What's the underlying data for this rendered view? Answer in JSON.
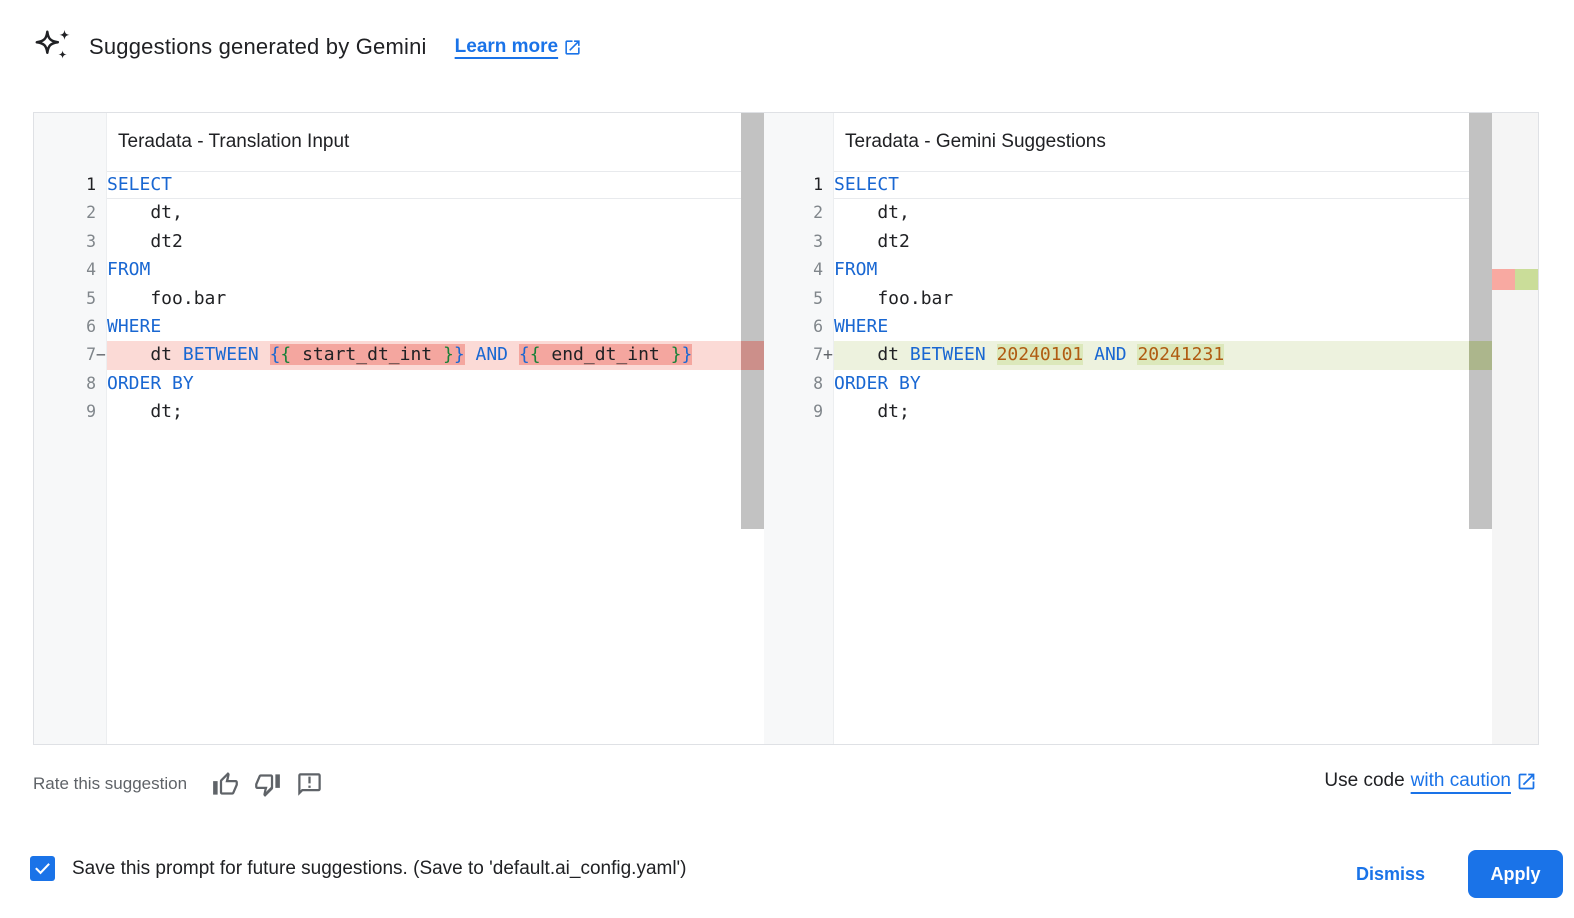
{
  "colors": {
    "accent_blue": "#1a73e8",
    "keyword_blue": "#1967d2",
    "number_orange": "#b05c12",
    "brace_outer_blue": "#1967d2",
    "brace_inner_green": "#188038",
    "removed_line_bg": "#fbdad6",
    "removed_word_bg": "#f4a69f",
    "added_line_bg": "#edf2de",
    "added_word_bg": "#dce8bb",
    "overview_removed_mark": "#f8a9a1",
    "overview_added_mark": "#cadd99",
    "gutter_bg": "#f7f8f9",
    "scrollbar_thumb": "#c2c2c2"
  },
  "header": {
    "icon": "gemini-sparkle-icon",
    "title": "Suggestions generated by Gemini",
    "learn_more_label": "Learn more",
    "learn_more_icon": "open-in-new-icon"
  },
  "editors": {
    "left": {
      "title": "Teradata - Translation Input",
      "lines": [
        {
          "n": "1",
          "active": true,
          "t": [
            {
              "c": "kw",
              "v": "SELECT"
            }
          ]
        },
        {
          "n": "2",
          "t": [
            {
              "c": "pl",
              "v": "    dt,"
            }
          ]
        },
        {
          "n": "3",
          "t": [
            {
              "c": "pl",
              "v": "    dt2"
            }
          ]
        },
        {
          "n": "4",
          "t": [
            {
              "c": "kw",
              "v": "FROM"
            }
          ]
        },
        {
          "n": "5",
          "t": [
            {
              "c": "pl",
              "v": "    foo.bar"
            }
          ]
        },
        {
          "n": "6",
          "t": [
            {
              "c": "kw",
              "v": "WHERE"
            }
          ]
        },
        {
          "n": "7",
          "sign": "−",
          "diff": "removed",
          "t": [
            {
              "c": "pl",
              "v": "    dt "
            },
            {
              "c": "kw",
              "v": "BETWEEN"
            },
            {
              "c": "pl",
              "v": " "
            },
            {
              "c": "b1",
              "v": "{",
              "h": true
            },
            {
              "c": "b2",
              "v": "{",
              "h": true
            },
            {
              "c": "pl",
              "v": " start_dt_int ",
              "h": true
            },
            {
              "c": "b2",
              "v": "}",
              "h": true
            },
            {
              "c": "b1",
              "v": "}",
              "h": true
            },
            {
              "c": "pl",
              "v": " "
            },
            {
              "c": "kw",
              "v": "AND"
            },
            {
              "c": "pl",
              "v": " "
            },
            {
              "c": "b1",
              "v": "{",
              "h": true
            },
            {
              "c": "b2",
              "v": "{",
              "h": true
            },
            {
              "c": "pl",
              "v": " end_dt_int ",
              "h": true
            },
            {
              "c": "b2",
              "v": "}",
              "h": true
            },
            {
              "c": "b1",
              "v": "}",
              "h": true
            }
          ]
        },
        {
          "n": "8",
          "t": [
            {
              "c": "kw",
              "v": "ORDER BY"
            }
          ]
        },
        {
          "n": "9",
          "t": [
            {
              "c": "pl",
              "v": "    dt;"
            }
          ]
        }
      ]
    },
    "right": {
      "title": "Teradata - Gemini Suggestions",
      "lines": [
        {
          "n": "1",
          "active": true,
          "t": [
            {
              "c": "kw",
              "v": "SELECT"
            }
          ]
        },
        {
          "n": "2",
          "t": [
            {
              "c": "pl",
              "v": "    dt,"
            }
          ]
        },
        {
          "n": "3",
          "t": [
            {
              "c": "pl",
              "v": "    dt2"
            }
          ]
        },
        {
          "n": "4",
          "t": [
            {
              "c": "kw",
              "v": "FROM"
            }
          ]
        },
        {
          "n": "5",
          "t": [
            {
              "c": "pl",
              "v": "    foo.bar"
            }
          ]
        },
        {
          "n": "6",
          "t": [
            {
              "c": "kw",
              "v": "WHERE"
            }
          ]
        },
        {
          "n": "7",
          "sign": "+",
          "diff": "added",
          "t": [
            {
              "c": "pl",
              "v": "    dt "
            },
            {
              "c": "kw",
              "v": "BETWEEN"
            },
            {
              "c": "pl",
              "v": " "
            },
            {
              "c": "nm",
              "v": "20240101",
              "h": true
            },
            {
              "c": "pl",
              "v": " "
            },
            {
              "c": "kw",
              "v": "AND"
            },
            {
              "c": "pl",
              "v": " "
            },
            {
              "c": "nm",
              "v": "20241231",
              "h": true
            }
          ]
        },
        {
          "n": "8",
          "t": [
            {
              "c": "kw",
              "v": "ORDER BY"
            }
          ]
        },
        {
          "n": "9",
          "t": [
            {
              "c": "pl",
              "v": "    dt;"
            }
          ]
        }
      ]
    }
  },
  "rate": {
    "label": "Rate this suggestion",
    "icons": [
      "thumb-up-icon",
      "thumb-down-icon",
      "feedback-icon"
    ]
  },
  "use_code": {
    "prefix": "Use code",
    "link_label": "with caution",
    "icon": "open-in-new-icon"
  },
  "footer": {
    "checkbox_checked": true,
    "checkbox_label": "Save this prompt for future suggestions. (Save to 'default.ai_config.yaml')",
    "dismiss_label": "Dismiss",
    "apply_label": "Apply"
  }
}
